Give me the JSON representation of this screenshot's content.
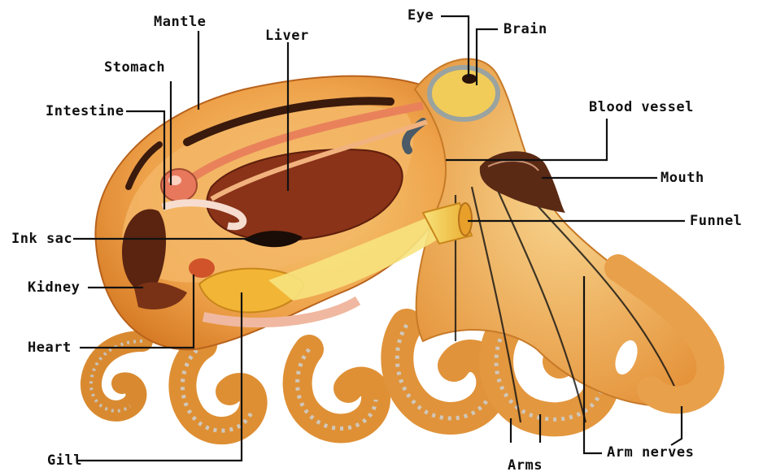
{
  "diagram": {
    "labels": {
      "mantle": "Mantle",
      "liver": "Liver",
      "eye": "Eye",
      "brain": "Brain",
      "stomach": "Stomach",
      "intestine": "Intestine",
      "blood_vessel": "Blood vessel",
      "mouth": "Mouth",
      "ink_sac": "Ink sac",
      "funnel": "Funnel",
      "kidney": "Kidney",
      "heart": "Heart",
      "gill": "Gill",
      "arms": "Arms",
      "arm_nerves": "Arm nerves"
    },
    "colors": {
      "body_orange": "#e8922e",
      "body_light": "#f4c46a",
      "dark_organ": "#5a2410",
      "liver": "#8a3318",
      "gill_yellow": "#f2b536",
      "funnel_yellow": "#f0c640",
      "sucker": "#d8d2c8"
    }
  }
}
